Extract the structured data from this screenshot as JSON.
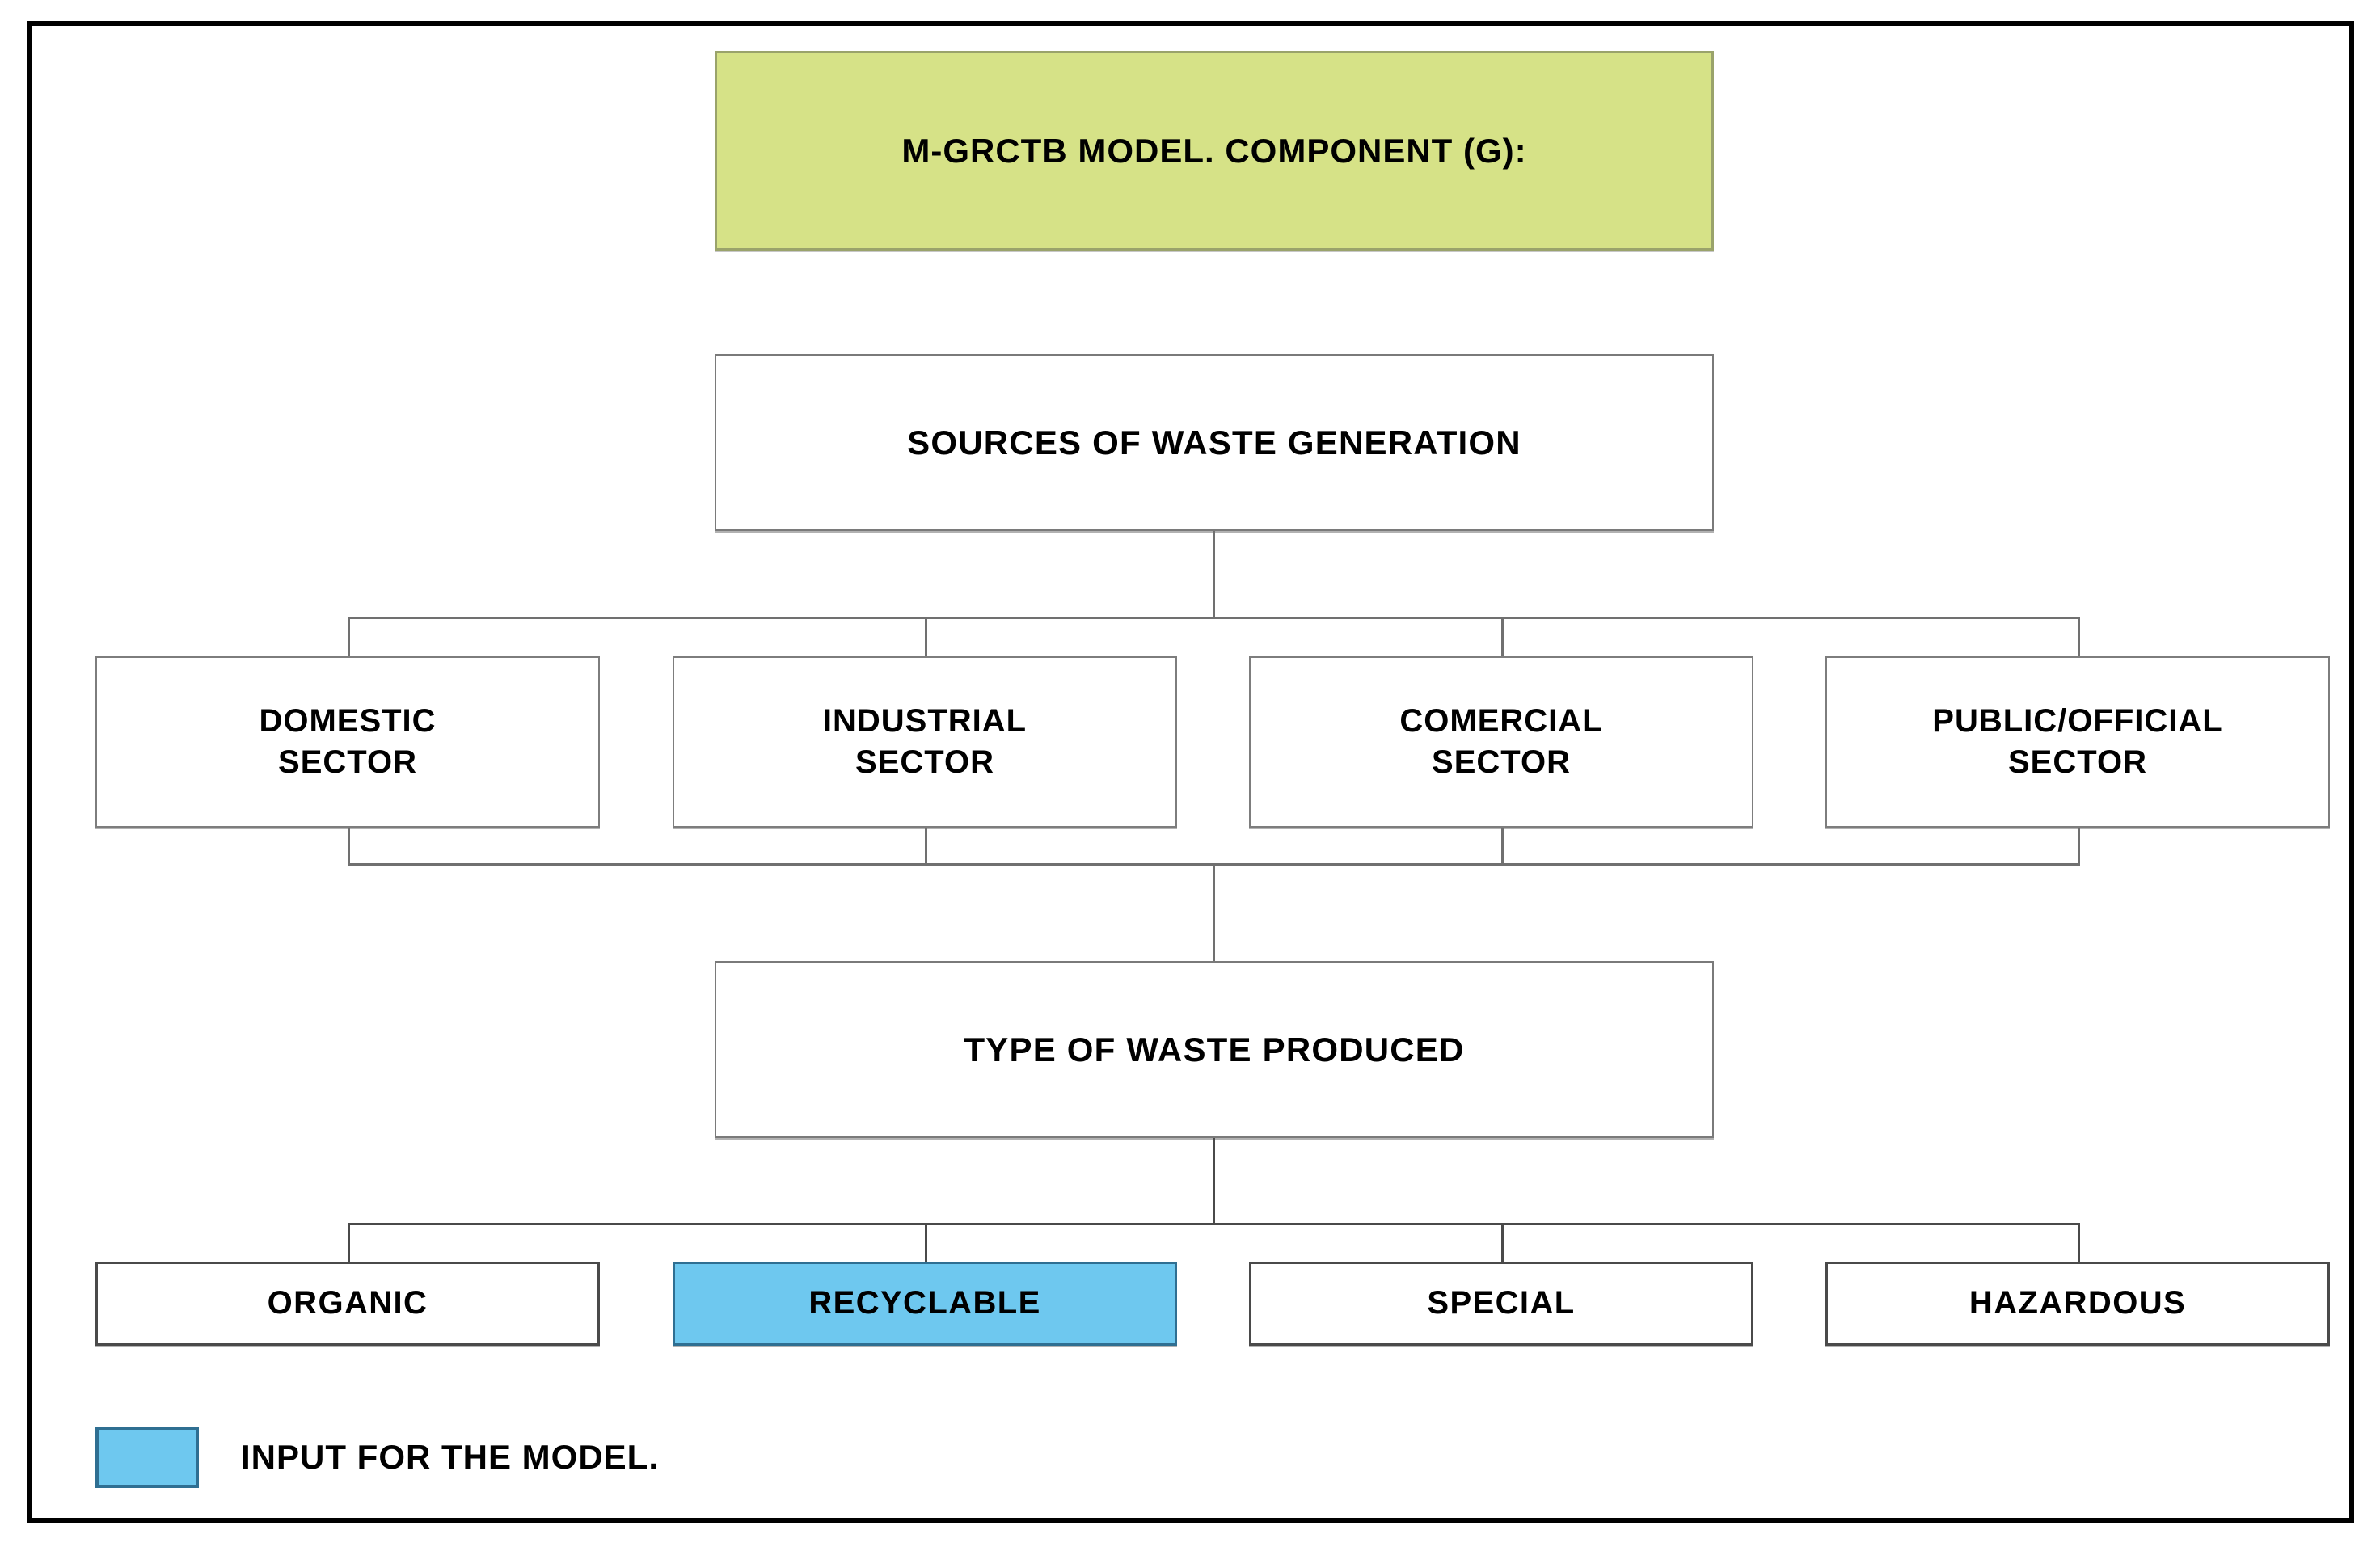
{
  "diagram": {
    "header": {
      "label": "M-GRCTB MODEL. COMPONENT (G):",
      "fill_color": "#D6E287",
      "border_color": "#9AA36B"
    },
    "stages": [
      {
        "id": "sources",
        "label": "SOURCES OF WASTE GENERATION"
      },
      {
        "id": "types",
        "label": "TYPE OF WASTE PRODUCED"
      }
    ],
    "sectors": [
      {
        "id": "domestic",
        "line1": "DOMESTIC",
        "line2": "SECTOR"
      },
      {
        "id": "industrial",
        "line1": "INDUSTRIAL",
        "line2": "SECTOR"
      },
      {
        "id": "comercial",
        "line1": "COMERCIAL",
        "line2": "SECTOR"
      },
      {
        "id": "public-official",
        "line1": "PUBLIC/OFFICIAL",
        "line2": "SECTOR"
      }
    ],
    "waste_types": [
      {
        "id": "organic",
        "label": "ORGANIC",
        "highlighted": false
      },
      {
        "id": "recyclable",
        "label": "RECYCLABLE",
        "highlighted": true
      },
      {
        "id": "special",
        "label": "SPECIAL",
        "highlighted": false
      },
      {
        "id": "hazardous",
        "label": "HAZARDOUS",
        "highlighted": false
      }
    ],
    "legend": {
      "label": "INPUT FOR THE MODEL.",
      "swatch_color": "#6EC8EF",
      "swatch_border_color": "#2F6F92"
    },
    "colors": {
      "frame": "#000000",
      "box_border": "#7A7A7A",
      "connector": "#707070",
      "highlight": "#6EC8EF",
      "header_fill": "#D6E287"
    }
  }
}
